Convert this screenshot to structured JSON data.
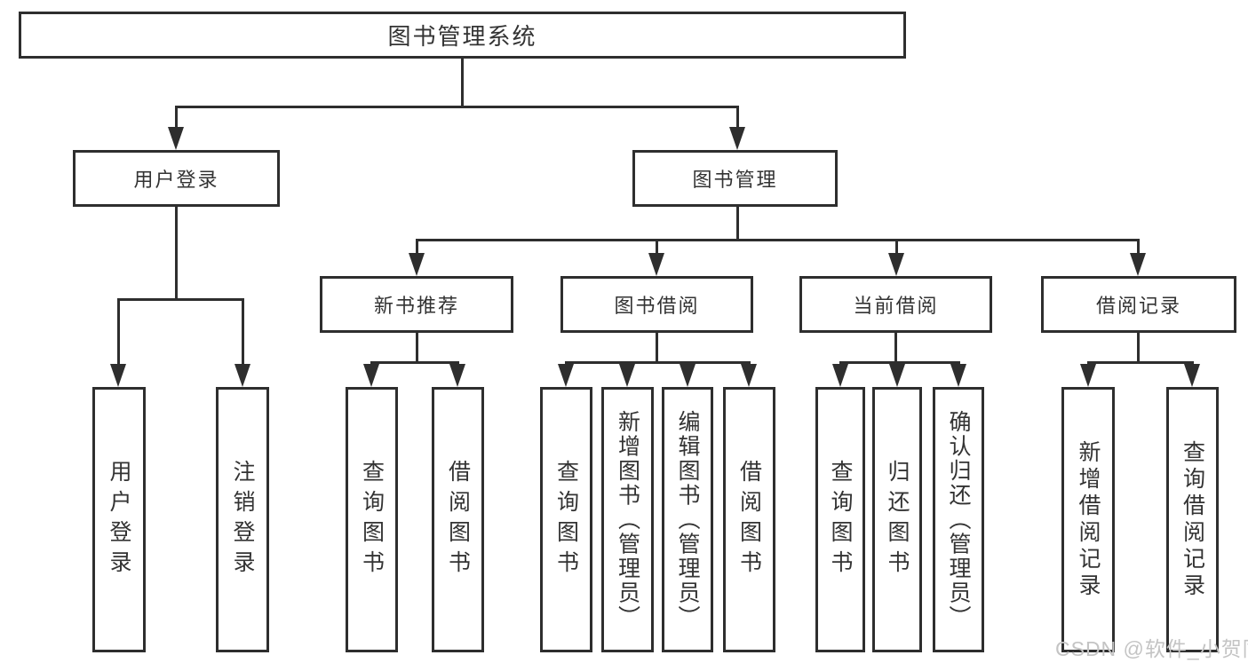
{
  "tree": {
    "root": {
      "label": "图书管理系统"
    },
    "branches": [
      {
        "label": "用户登录",
        "children": [
          {
            "label": "用户登录"
          },
          {
            "label": "注销登录"
          }
        ]
      },
      {
        "label": "图书管理",
        "children": [
          {
            "label": "新书推荐",
            "children": [
              {
                "label": "查询图书"
              },
              {
                "label": "借阅图书"
              }
            ]
          },
          {
            "label": "图书借阅",
            "children": [
              {
                "label": "查询图书"
              },
              {
                "label": "新增图书（管理员）"
              },
              {
                "label": "编辑图书（管理员）"
              },
              {
                "label": "借阅图书"
              }
            ]
          },
          {
            "label": "当前借阅",
            "children": [
              {
                "label": "查询图书"
              },
              {
                "label": "归还图书"
              },
              {
                "label": "确认归还（管理员）"
              }
            ]
          },
          {
            "label": "借阅记录",
            "children": [
              {
                "label": "新增借阅记录"
              },
              {
                "label": "查询借阅记录"
              }
            ]
          }
        ]
      }
    ]
  },
  "watermark": "CSDN @软件_小贺同学",
  "colors": {
    "line": "#2e2e2e",
    "text": "#333333",
    "background": "#ffffff",
    "watermark": "#c4c4c4"
  }
}
